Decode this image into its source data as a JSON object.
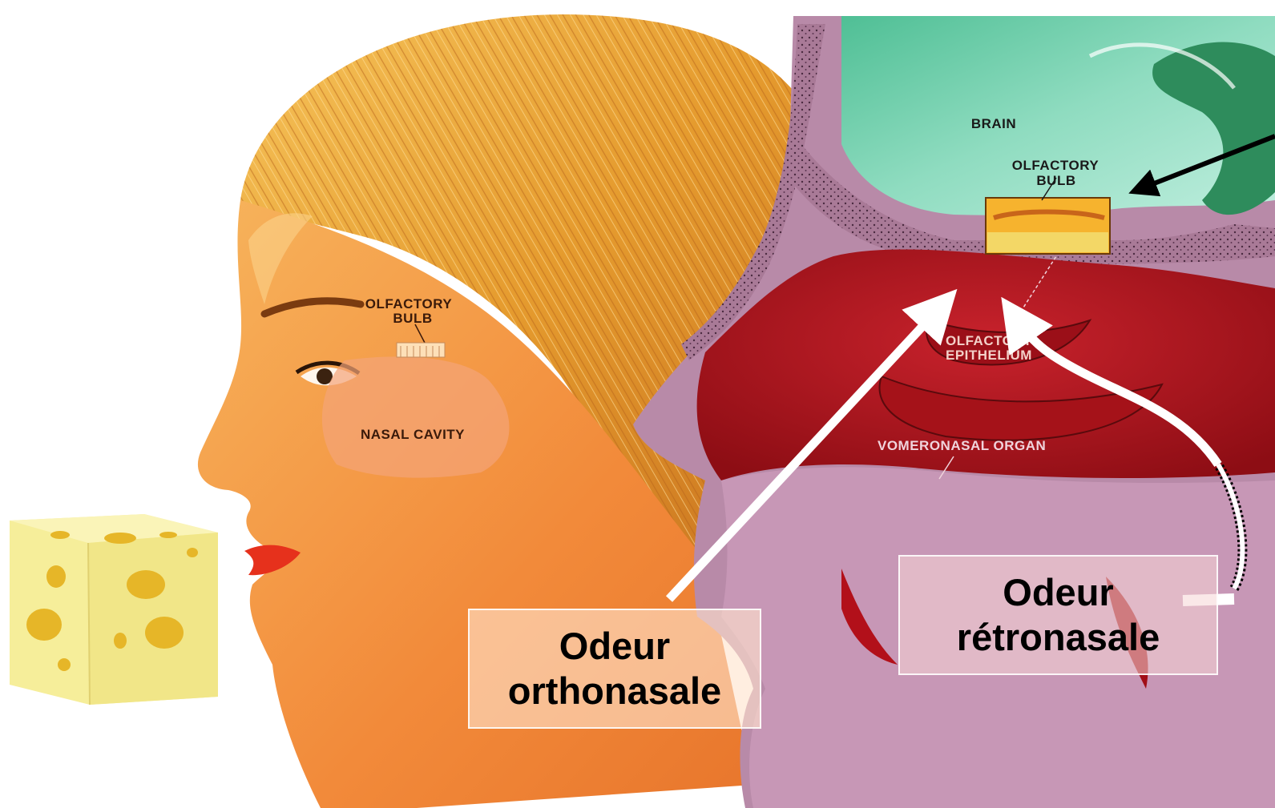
{
  "face_labels": {
    "olfactory_bulb_line1": "OLFACTORY",
    "olfactory_bulb_line2": "BULB",
    "nasal_cavity": "NASAL CAVITY"
  },
  "section_labels": {
    "brain": "BRAIN",
    "olfactory_bulb_line1": "OLFACTORY",
    "olfactory_bulb_line2": "BULB",
    "olfactory_epithelium_line1": "OLFACTORY",
    "olfactory_epithelium_line2": "EPITHELIUM",
    "vomeronasal_organ": "VOMERONASAL ORGAN"
  },
  "callouts": {
    "orthonasal_line1": "Odeur",
    "orthonasal_line2": "orthonasale",
    "retronasal_line1": "Odeur",
    "retronasal_line2": "rétronasale"
  },
  "colors": {
    "hair": "#e9a33a",
    "skin": "#f39a4a",
    "tissue": "#b07a9a",
    "nasal_cavity": "#b3121c",
    "brain": "#7fd3b6",
    "cheese": "#f6ee9a",
    "cheese_holes": "#e6b628",
    "arrow_white": "#ffffff",
    "arrow_black": "#000000"
  }
}
